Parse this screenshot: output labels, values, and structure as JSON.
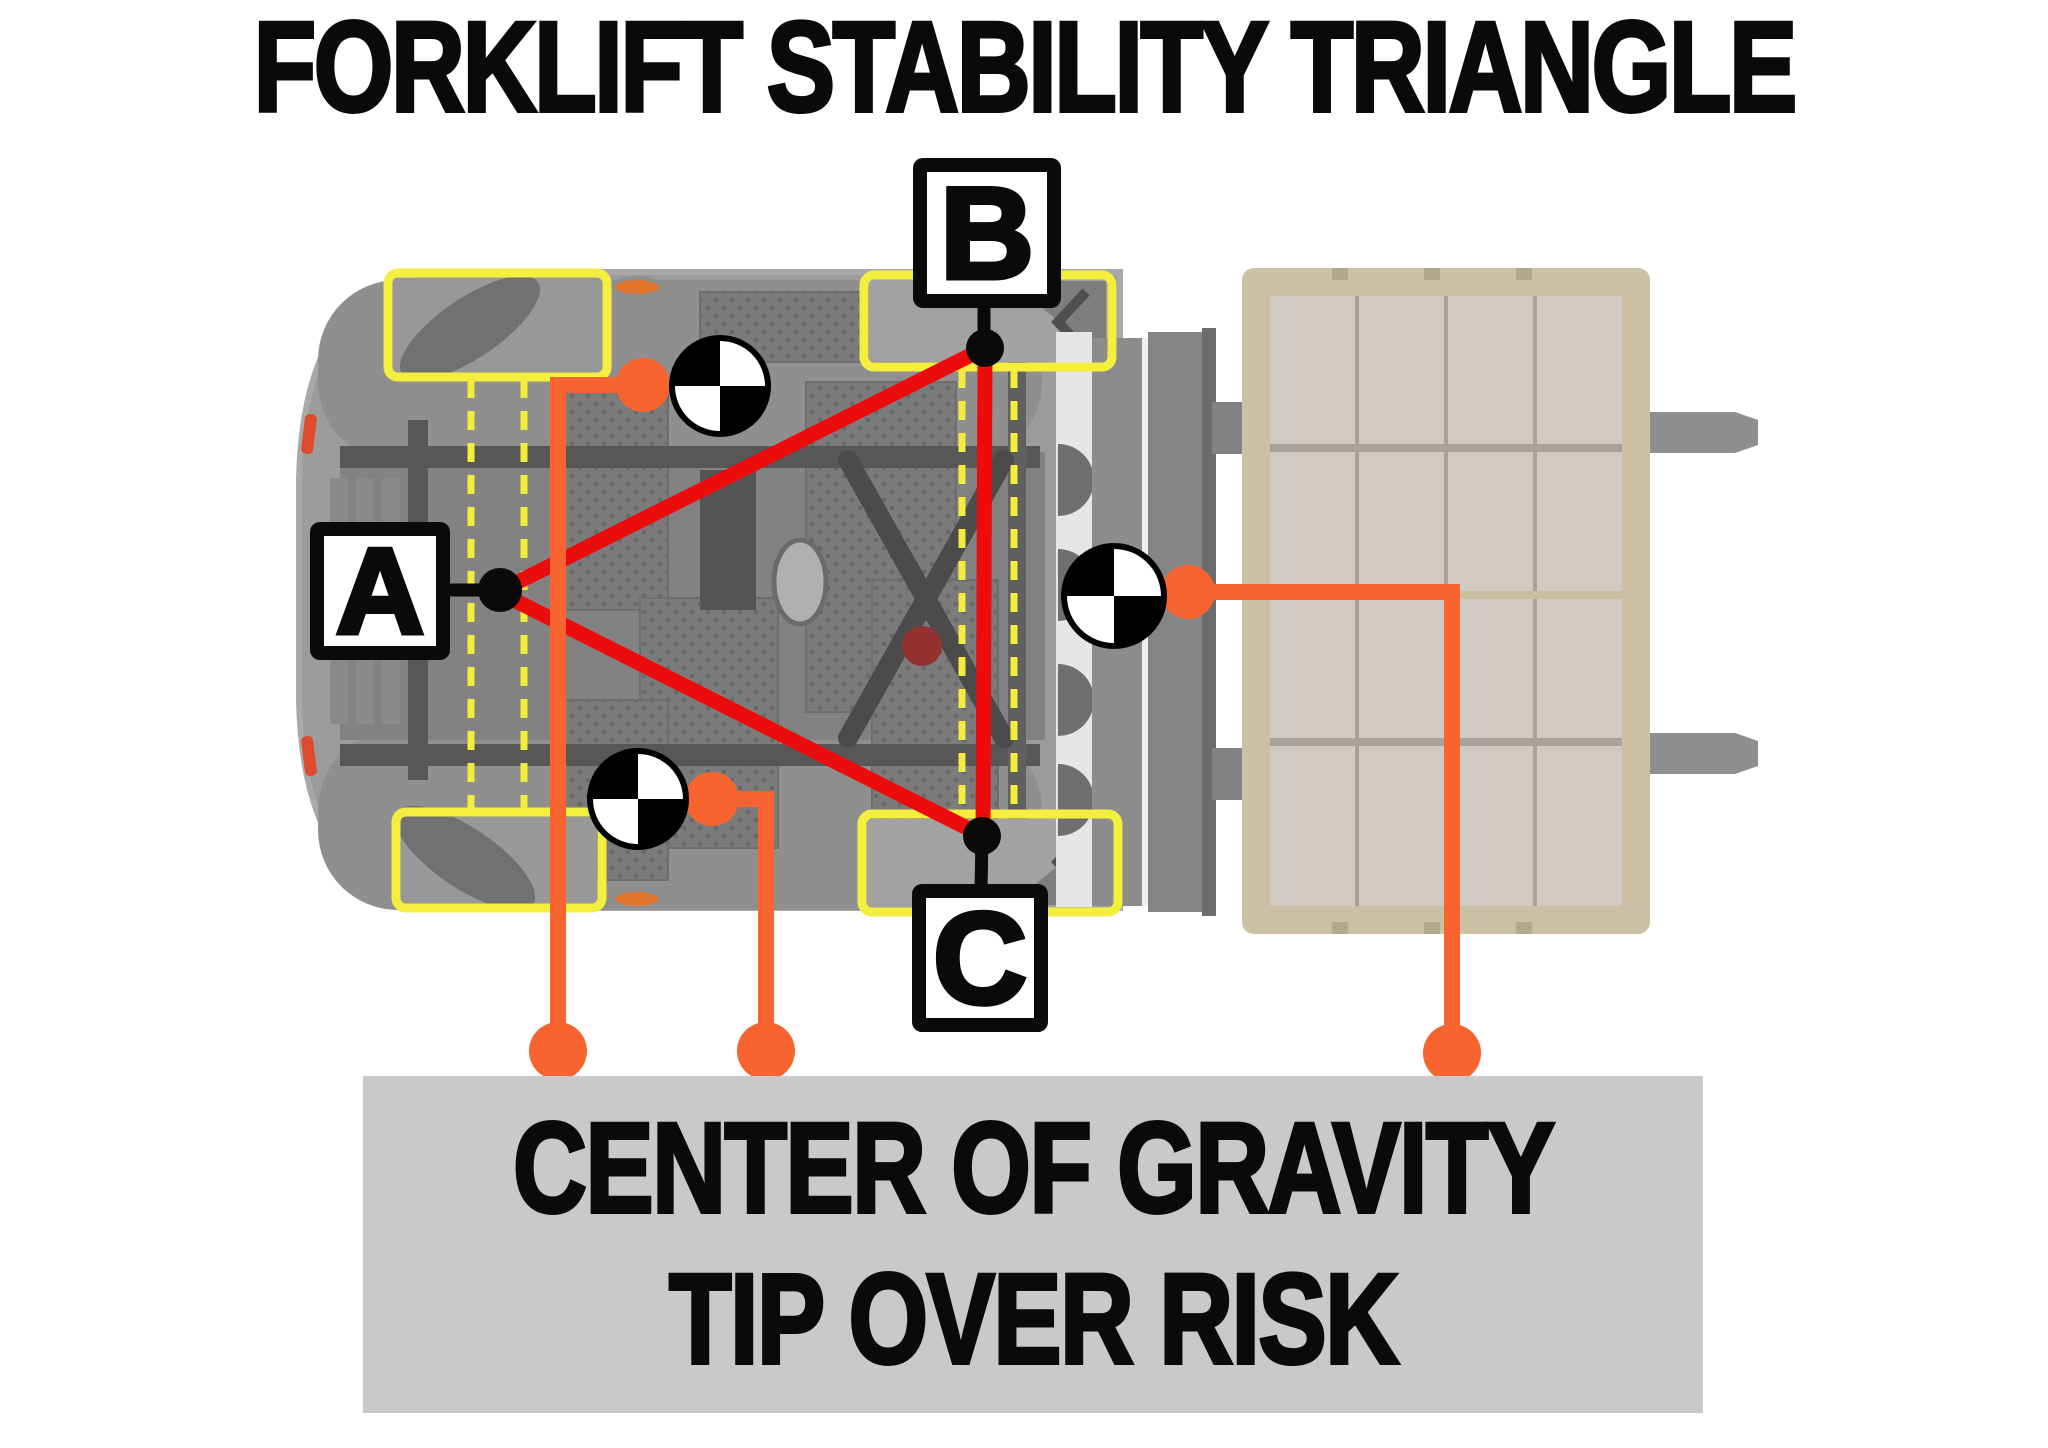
{
  "title": "FORKLIFT STABILITY TRIANGLE",
  "diagram": {
    "vertex_labels": {
      "a": "A",
      "b": "B",
      "c": "C"
    },
    "caption": {
      "line1": "CENTER OF GRAVITY",
      "line2": "TIP OVER RISK"
    },
    "icons": {
      "center_of_gravity": "quartered-circle-cg-symbol",
      "count_cg_symbols": 3
    },
    "colors": {
      "stability_triangle": "#ed0c0c",
      "cg_leader_line": "#f7642f",
      "wheel_highlight": "#f4ef3e",
      "caption_background": "#c9c9c9",
      "label_border": "#0a0a0a",
      "forklift_body": "#9c9c9c",
      "pallet_frame": "#ccc1a4",
      "pallet_blocks": "#d1cac2",
      "fork_tine": "#8f8f8f"
    }
  }
}
